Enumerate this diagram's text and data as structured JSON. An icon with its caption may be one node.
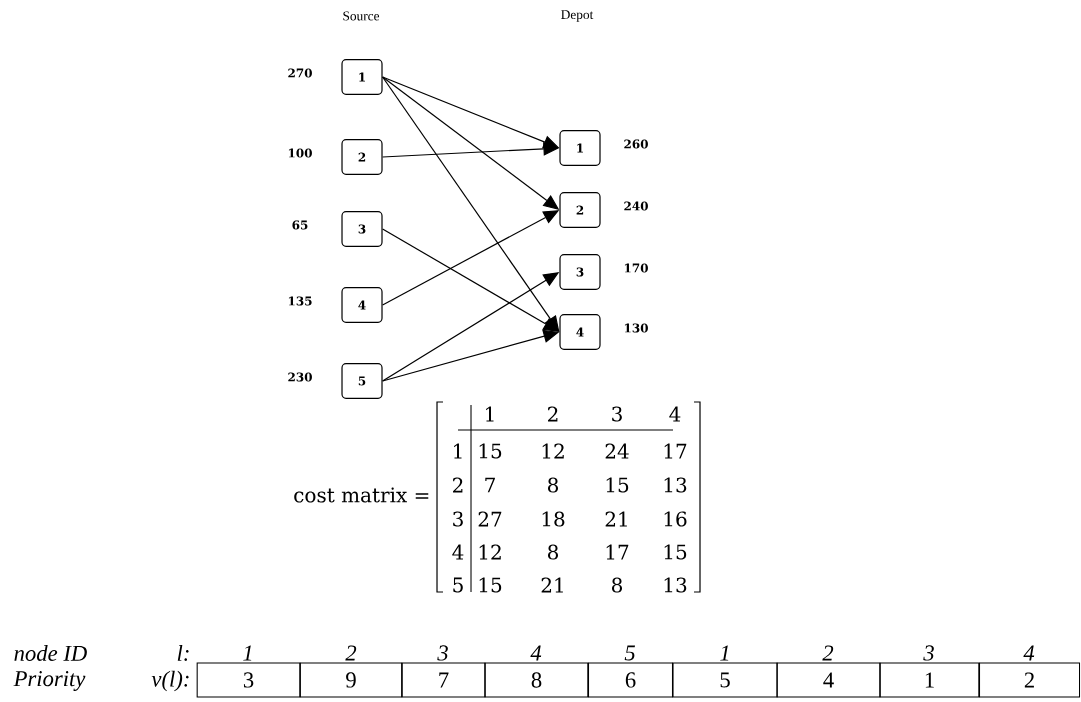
{
  "diagram": {
    "nodes": [
      {
        "text": [
          "1"
        ],
        "beside": [
          "270"
        ]
      },
      {
        "text": [
          "2"
        ],
        "beside": [
          "100"
        ]
      },
      {
        "text": [
          "3"
        ],
        "beside": [
          "65"
        ]
      },
      {
        "text": [
          "4"
        ],
        "beside": [
          "135"
        ]
      },
      {
        "text": [
          "5"
        ],
        "beside": [
          "230"
        ]
      },
      {
        "text": [
          "1"
        ],
        "beside": [
          "260"
        ]
      },
      {
        "text": [
          "2"
        ],
        "beside": [
          "240"
        ]
      },
      {
        "text": [
          "3"
        ],
        "beside": [
          "170"
        ]
      },
      {
        "text": [
          "4"
        ],
        "beside": [
          "130"
        ]
      }
    ],
    "edges": [
      {
        "from": 0,
        "to": 5,
        "arrow": "to"
      },
      {
        "from": 0,
        "to": 6,
        "arrow": "to"
      },
      {
        "from": 0,
        "to": 8,
        "arrow": "to"
      },
      {
        "from": 1,
        "to": 5,
        "arrow": "to"
      },
      {
        "from": 2,
        "to": 8,
        "arrow": "to"
      },
      {
        "from": 3,
        "to": 6,
        "arrow": "to"
      },
      {
        "from": 4,
        "to": 7,
        "arrow": "to"
      },
      {
        "from": 4,
        "to": 8,
        "arrow": "to"
      }
    ],
    "labels": [
      "Source",
      "Depot",
      "cost matrix =",
      "1",
      "2",
      "3",
      "4",
      "1",
      "15",
      "12",
      "24",
      "17",
      "2",
      "7",
      "8",
      "15",
      "13",
      "3",
      "27",
      "18",
      "21",
      "16",
      "4",
      "12",
      "8",
      "17",
      "15",
      "5",
      "15",
      "21",
      "8",
      "13",
      "node ID",
      "l:",
      "1",
      "2",
      "3",
      "4",
      "5",
      "1",
      "2",
      "3",
      "4",
      "Priority",
      "v(l):",
      "3",
      "9",
      "7",
      "8",
      "6",
      "5",
      "4",
      "1",
      "2"
    ]
  }
}
